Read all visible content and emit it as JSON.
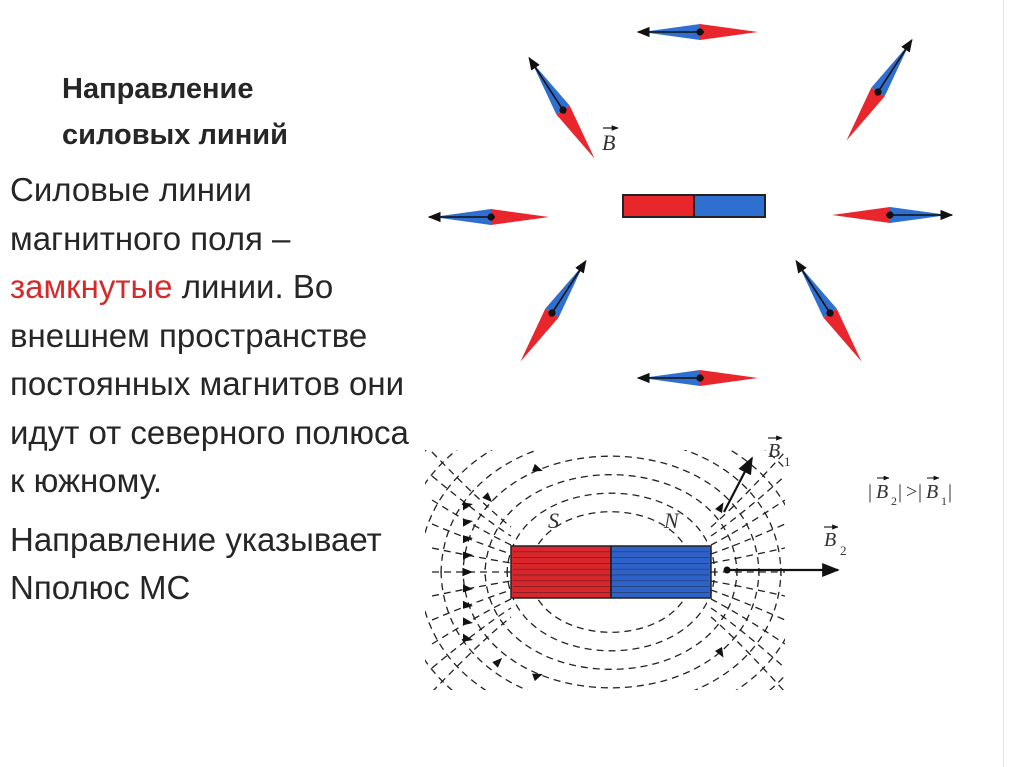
{
  "title": {
    "line1": "Направление",
    "line2": "силовых линий"
  },
  "body": {
    "p1_before": "Силовые линии магнитного поля – ",
    "p1_highlight": "замкнутые",
    "p1_after": " линии. Во внешнем пространстве постоянных магнитов они идут от северного полюса к южному.",
    "p2": "Направление указывает Nполюс МС"
  },
  "figure": {
    "b_label": "B",
    "pole_s": "S",
    "pole_n": "N",
    "b1_label": "B",
    "b1_sub": "1",
    "b2_label": "B",
    "b2_sub": "2",
    "relation": {
      "bar": "|",
      "b": "B",
      "sub2": "2",
      "gt": ">",
      "sub1": "1"
    }
  },
  "colors": {
    "north": "#2f6fd0",
    "south": "#e8262c",
    "highlight": "#d62a2a",
    "arrow": "#111111"
  }
}
